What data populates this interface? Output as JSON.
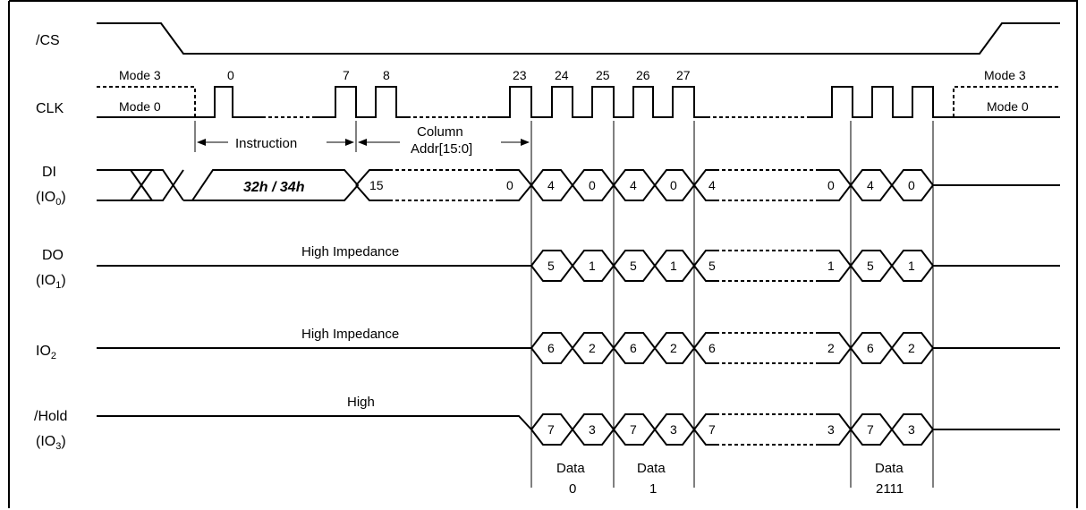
{
  "signals": {
    "cs": "/CS",
    "clk": "CLK",
    "di_a": "DI",
    "di_b": "(IO",
    "di_sub": "0",
    "do_a": "DO",
    "do_b": "(IO",
    "do_sub": "1",
    "io2": "IO",
    "io2_sub": "2",
    "hold_a": "/Hold",
    "hold_b": "(IO",
    "hold_sub": "3",
    "close_paren": ")"
  },
  "modes": {
    "mode3": "Mode 3",
    "mode0": "Mode 0"
  },
  "clock_numbers": [
    "0",
    "7",
    "8",
    "23",
    "24",
    "25",
    "26",
    "27"
  ],
  "segments": {
    "instruction": "Instruction",
    "column_a": "Column",
    "column_b": "Addr[15:0]"
  },
  "opcode": "32h / 34h",
  "di_values": [
    "15",
    "0",
    "4",
    "0",
    "4",
    "0",
    "4",
    "0",
    "4",
    "0"
  ],
  "do_values": [
    "5",
    "1",
    "5",
    "1",
    "5",
    "1",
    "5",
    "1"
  ],
  "io2_values": [
    "6",
    "2",
    "6",
    "2",
    "6",
    "2",
    "6",
    "2"
  ],
  "io3_values": [
    "7",
    "3",
    "7",
    "3",
    "7",
    "3",
    "7",
    "3"
  ],
  "states": {
    "high_impedance": "High Impedance",
    "high": "High"
  },
  "data": [
    {
      "label": "Data",
      "index": "0"
    },
    {
      "label": "Data",
      "index": "1"
    },
    {
      "label": "Data",
      "index": "2111"
    }
  ]
}
